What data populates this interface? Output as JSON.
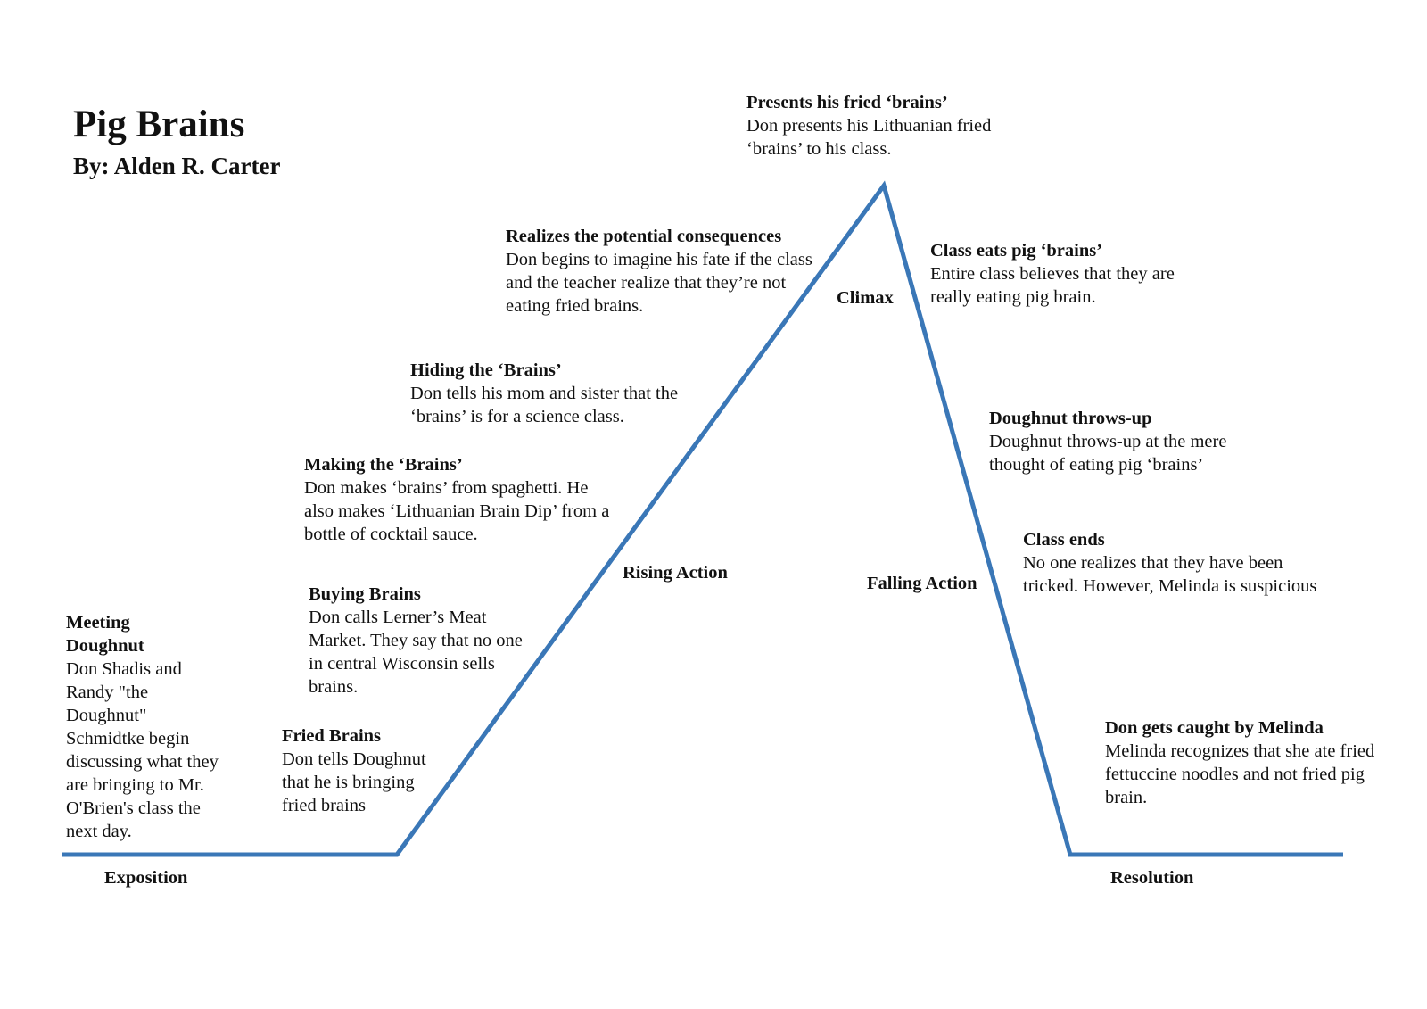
{
  "title": "Pig Brains",
  "author": "By: Alden R. Carter",
  "accent_color": "#3a77b7",
  "stages": {
    "exposition": "Exposition",
    "rising_action": "Rising Action",
    "climax": "Climax",
    "falling_action": "Falling Action",
    "resolution": "Resolution"
  },
  "events": {
    "meeting_doughnut": {
      "title": "Meeting Doughnut",
      "desc": "Don Shadis and Randy \"the Doughnut\" Schmidtke begin discussing what they are bringing to Mr. O'Brien's class the next day."
    },
    "fried_brains": {
      "title": "Fried Brains",
      "desc": "Don tells Doughnut that he is bringing fried brains"
    },
    "buying_brains": {
      "title": "Buying Brains",
      "desc": "Don calls Lerner’s Meat Market.  They say that no one in central Wisconsin sells brains."
    },
    "making_brains": {
      "title": "Making the ‘Brains’",
      "desc": "Don makes ‘brains’ from spaghetti.  He also makes ‘Lithuanian Brain Dip’ from a bottle of cocktail sauce."
    },
    "hiding_brains": {
      "title": "Hiding the ‘Brains’",
      "desc": "Don tells his mom and sister that the ‘brains’ is for a science class."
    },
    "realizes_consequences": {
      "title": "Realizes the potential consequences",
      "desc": "Don begins to imagine his fate if the class and the teacher realize that they’re not eating fried brains."
    },
    "presents_brains": {
      "title": "Presents his fried ‘brains’",
      "desc": "Don presents his Lithuanian fried ‘brains’ to his class."
    },
    "class_eats": {
      "title": "Class eats pig ‘brains’",
      "desc": "Entire class believes that they are really eating pig brain."
    },
    "doughnut_throws_up": {
      "title": "Doughnut throws-up",
      "desc": "Doughnut throws-up at the mere thought of eating pig ‘brains’"
    },
    "class_ends": {
      "title": "Class ends",
      "desc": "No one realizes that they have been tricked.  However, Melinda is suspicious"
    },
    "caught_by_melinda": {
      "title": "Don gets caught by Melinda",
      "desc": "Melinda recognizes that she ate fried fettuccine noodles and not fried pig brain."
    }
  }
}
